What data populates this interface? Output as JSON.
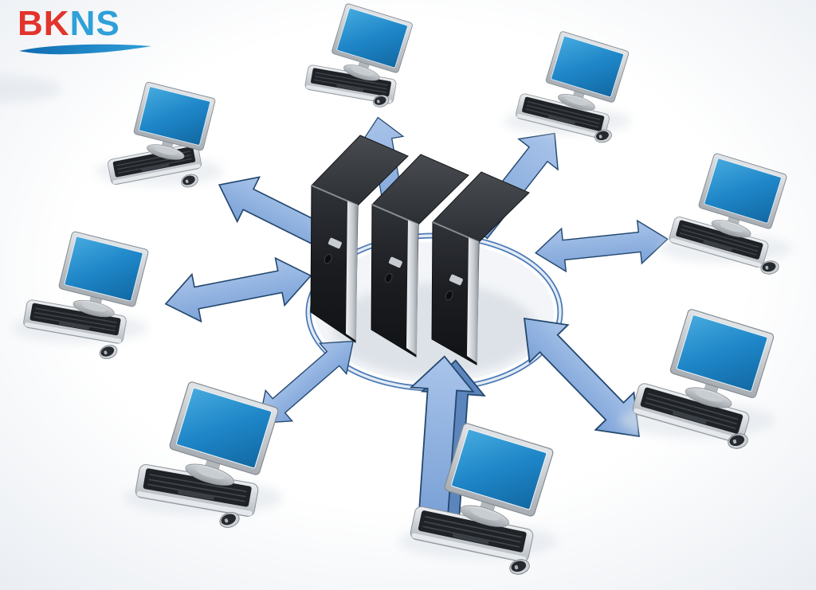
{
  "page": {
    "background_color": "#f1f4f7",
    "description": "3D illustration of a client-server network: a central cluster of three black server towers on a blue ring, connected by blue double-headed arrows to eight desktop client workstations arranged in a circle."
  },
  "logo": {
    "text_primary": "BK",
    "text_secondary": "NS",
    "primary_color": "#e2342c",
    "secondary_color": "#2fa0d8",
    "swoosh_color": "#1478bc",
    "swoosh_icon": "swoosh-underline-icon"
  },
  "diagram": {
    "type": "network-topology",
    "center_node": {
      "name": "server-cluster",
      "icon": "server-tower-icon",
      "tower_count": 3,
      "tower_body_color": "#222529",
      "tower_bezel_color": "#c9ced4",
      "ring_color": "#4a79b6"
    },
    "client_count": 8,
    "clients": [
      {
        "id": "client-top-left",
        "position": "top-left",
        "icon": "desktop-computer-icon"
      },
      {
        "id": "client-top-center",
        "position": "top-center",
        "icon": "desktop-computer-icon"
      },
      {
        "id": "client-top-right",
        "position": "top-right",
        "icon": "desktop-computer-icon"
      },
      {
        "id": "client-right",
        "position": "right",
        "icon": "desktop-computer-icon"
      },
      {
        "id": "client-bottom-right",
        "position": "bottom-right",
        "icon": "desktop-computer-icon"
      },
      {
        "id": "client-bottom-center",
        "position": "bottom-center",
        "icon": "desktop-computer-icon"
      },
      {
        "id": "client-bottom-left",
        "position": "bottom-left",
        "icon": "desktop-computer-icon"
      },
      {
        "id": "client-left",
        "position": "left",
        "icon": "desktop-computer-icon"
      }
    ],
    "connections": {
      "count": 8,
      "style": "bidirectional-arrow",
      "arrow_fill_color": "#8fb1e0",
      "arrow_edge_color": "#24486f"
    },
    "monitor_screen_color": "#1e86c8"
  }
}
